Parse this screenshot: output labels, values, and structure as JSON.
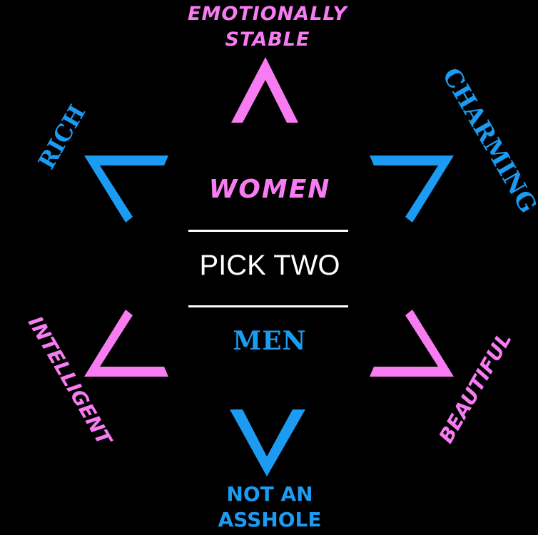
{
  "colors": {
    "background": "#000000",
    "pink": "#f77cf2",
    "blue": "#1c9bf2",
    "white": "#ffffff"
  },
  "outer_labels": {
    "top_line1": "EMOTIONALLY",
    "top_line2": "STABLE",
    "upper_left": "RICH",
    "upper_right": "CHARMING",
    "lower_left": "INTELLIGENT",
    "lower_right": "BEAUTIFUL",
    "bottom_line1": "NOT AN",
    "bottom_line2": "ASSHOLE"
  },
  "center": {
    "women": "WOMEN",
    "pick": "PICK TWO",
    "men": "MEN"
  }
}
